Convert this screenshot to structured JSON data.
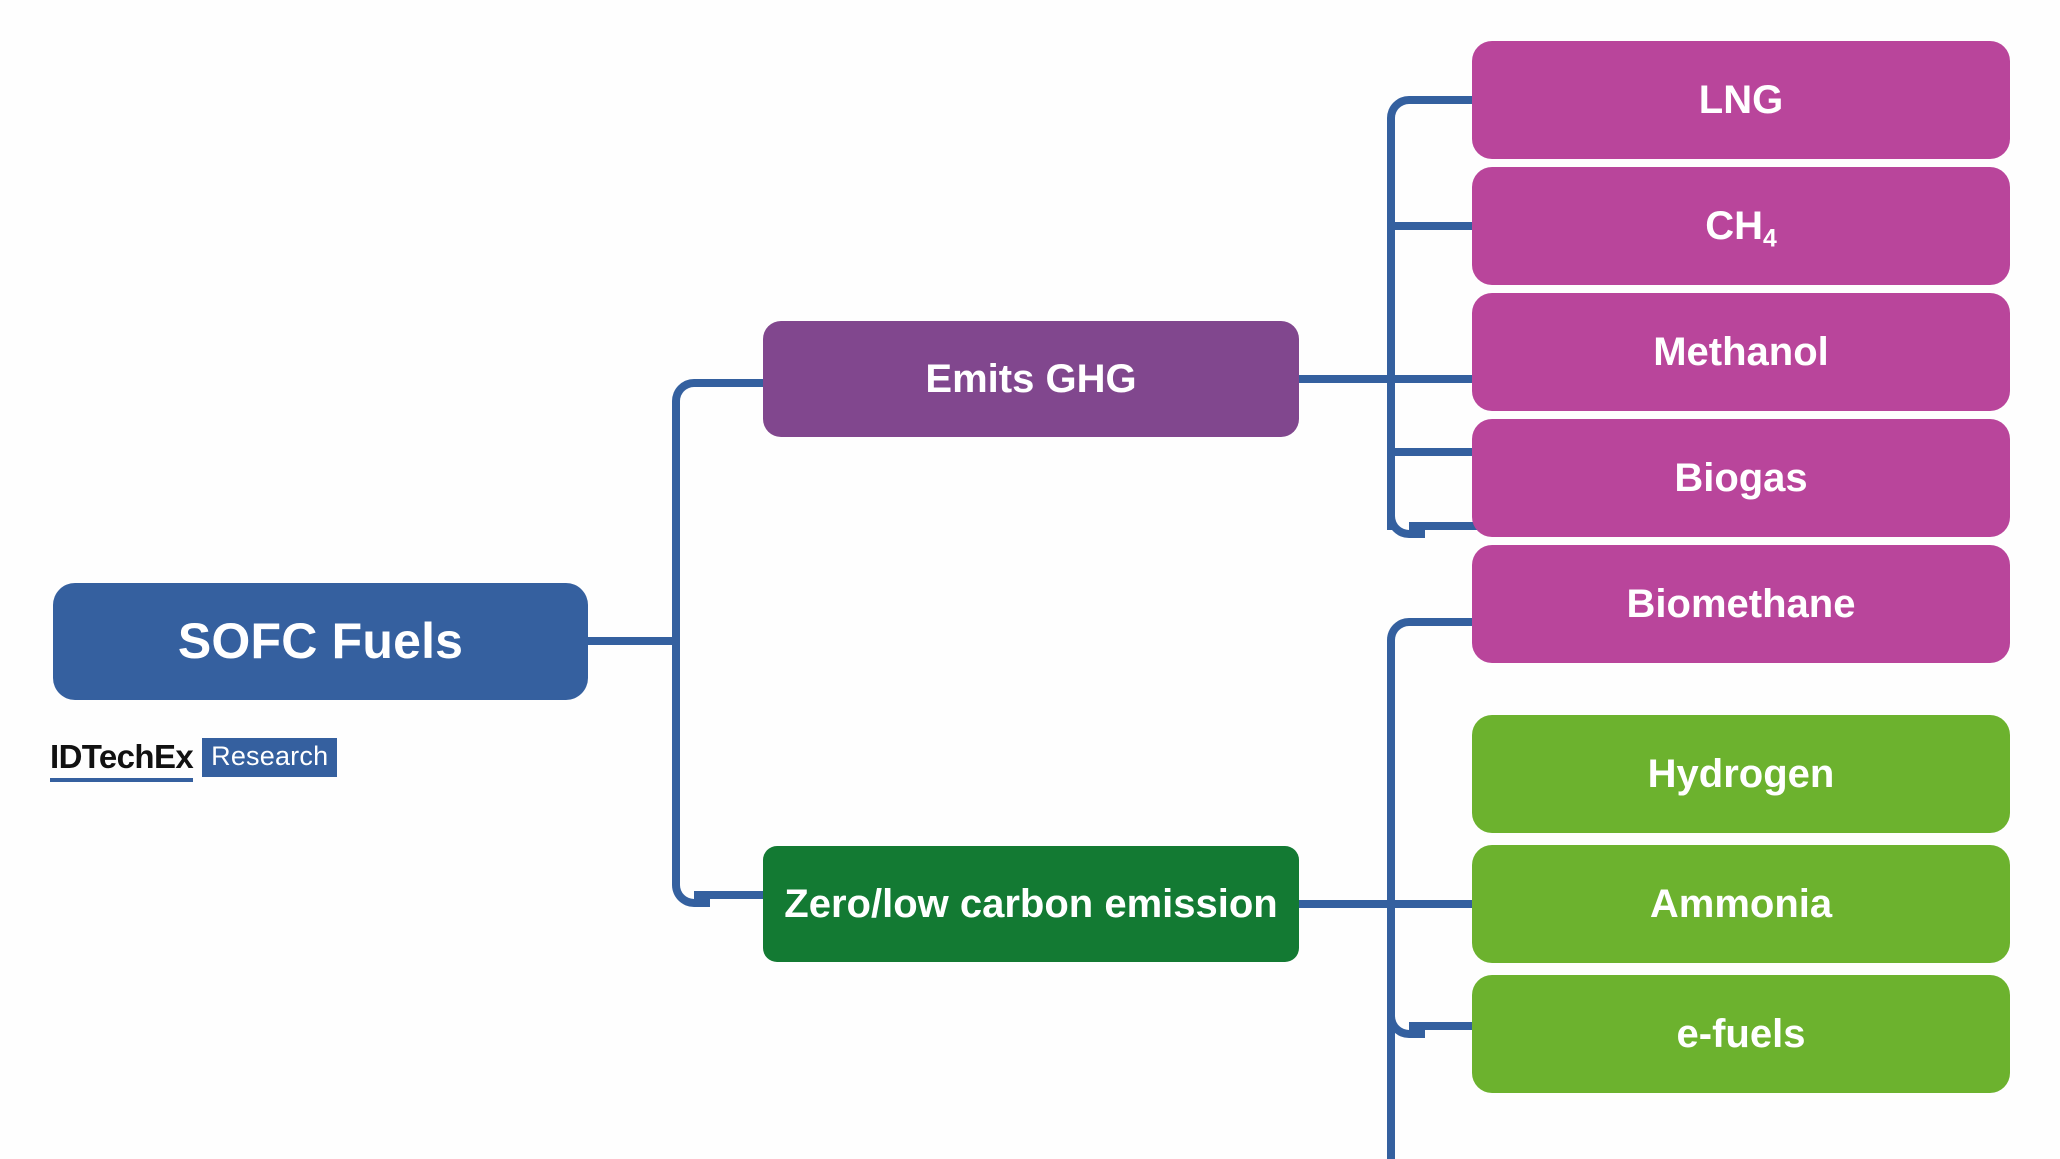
{
  "diagram": {
    "title": "SOFC Fuels",
    "root": {
      "label": "SOFC Fuels",
      "color": "#35609F"
    },
    "branches": [
      {
        "label": "Emits GHG",
        "color": "#81478E",
        "children_color": "#B9459B",
        "children": [
          {
            "label": "LNG"
          },
          {
            "label": "CH",
            "subscript": "4"
          },
          {
            "label": "Methanol"
          },
          {
            "label": "Biogas"
          },
          {
            "label": "Biomethane"
          }
        ]
      },
      {
        "label": "Zero/low carbon emission",
        "color": "#137A33",
        "children_color": "#6CB22E",
        "children": [
          {
            "label": "Hydrogen"
          },
          {
            "label": "Ammonia"
          },
          {
            "label": "e-fuels"
          }
        ]
      }
    ],
    "connector_color": "#34609F"
  },
  "logo": {
    "brand": "IDTechEx",
    "tag": "Research",
    "brand_color": "#111111",
    "tag_bg": "#35609F"
  }
}
